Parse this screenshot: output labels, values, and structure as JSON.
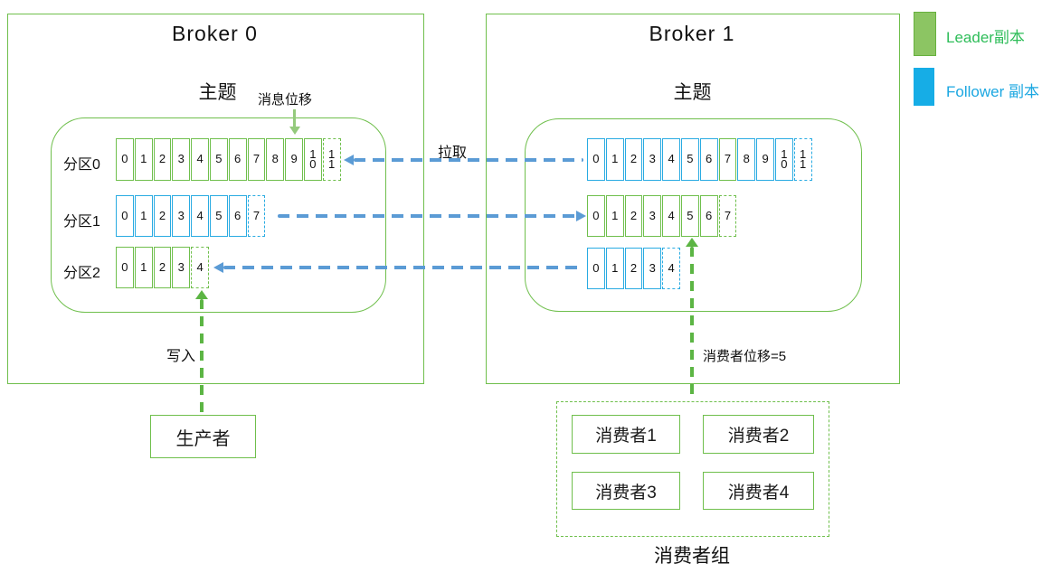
{
  "colors": {
    "green_line": "#6fbf4c",
    "green_fill": "#8cc563",
    "green_text": "#2ebd59",
    "blue_line": "#29abe2",
    "blue_fill": "#16ade6",
    "blue_text": "#1ba7e1",
    "arrow_blue": "#5b9bd5",
    "arrow_green": "#5cb544",
    "arrow_light_green": "#94ca7c",
    "text": "#1a1a1a"
  },
  "legend": {
    "items": [
      {
        "label": "Leader副本",
        "role": "leader"
      },
      {
        "label": "Follower 副本",
        "role": "follower"
      }
    ]
  },
  "brokers": [
    {
      "title": "Broker 0",
      "topic_label": "主题",
      "offset_annotation": "消息位移",
      "partitions": [
        {
          "label": "分区0",
          "role": "leader",
          "cells": [
            "0",
            "1",
            "2",
            "3",
            "4",
            "5",
            "6",
            "7",
            "8",
            "9",
            "10",
            "11"
          ],
          "last_dashed": true
        },
        {
          "label": "分区1",
          "role": "follower",
          "cells": [
            "0",
            "1",
            "2",
            "3",
            "4",
            "5",
            "6",
            "7"
          ],
          "last_dashed": true
        },
        {
          "label": "分区2",
          "role": "leader",
          "cells": [
            "0",
            "1",
            "2",
            "3",
            "4"
          ],
          "last_dashed": true
        }
      ]
    },
    {
      "title": "Broker 1",
      "topic_label": "主题",
      "partitions": [
        {
          "label": "",
          "role": "follower",
          "cells": [
            "0",
            "1",
            "2",
            "3",
            "4",
            "5",
            "6",
            "7",
            "8",
            "9",
            "10",
            "11"
          ],
          "last_dashed": true,
          "leader_border_cells": [
            7
          ]
        },
        {
          "label": "",
          "role": "leader",
          "cells": [
            "0",
            "1",
            "2",
            "3",
            "4",
            "5",
            "6",
            "7"
          ],
          "last_dashed": true
        },
        {
          "label": "",
          "role": "follower",
          "cells": [
            "0",
            "1",
            "2",
            "3",
            "4"
          ],
          "last_dashed": true
        }
      ]
    }
  ],
  "labels": {
    "pull": "拉取",
    "write": "写入",
    "consumer_offset": "消费者位移=5"
  },
  "producer": {
    "label": "生产者"
  },
  "consumer_group": {
    "label": "消费者组",
    "members": [
      "消费者1",
      "消费者2",
      "消费者3",
      "消费者4"
    ]
  }
}
